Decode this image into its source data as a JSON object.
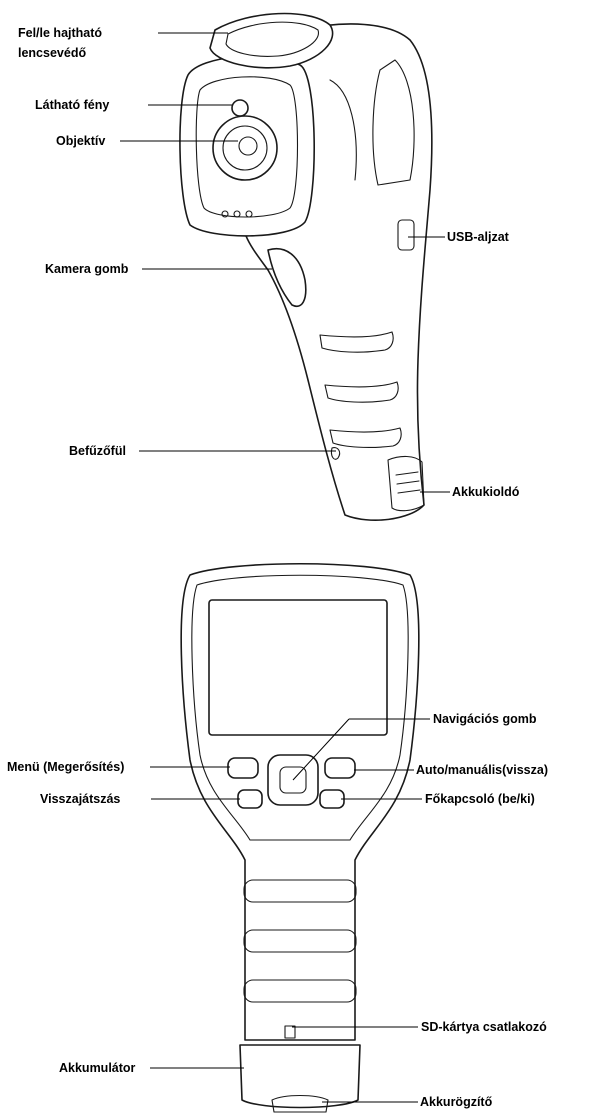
{
  "top_view": {
    "labels": {
      "lens_cover": [
        "Fel/le hajtható",
        "lencsevédő"
      ],
      "visible_light": "Látható fény",
      "objective": "Objektív",
      "usb_port": "USB-aljzat",
      "camera_button": "Kamera gomb",
      "lanyard_loop": "Befűzőfül",
      "battery_release": "Akkukioldó"
    }
  },
  "front_view": {
    "labels": {
      "nav_button": "Navigációs gomb",
      "menu_button": "Menü (Megerősítés)",
      "auto_manual_button": "Auto/manuális(vissza)",
      "playback_button": "Visszajátszás",
      "power_switch": "Főkapcsoló (be/ki)",
      "sd_slot": "SD-kártya csatlakozó",
      "battery": "Akkumulátor",
      "battery_lock": "Akkurögzítő"
    }
  }
}
